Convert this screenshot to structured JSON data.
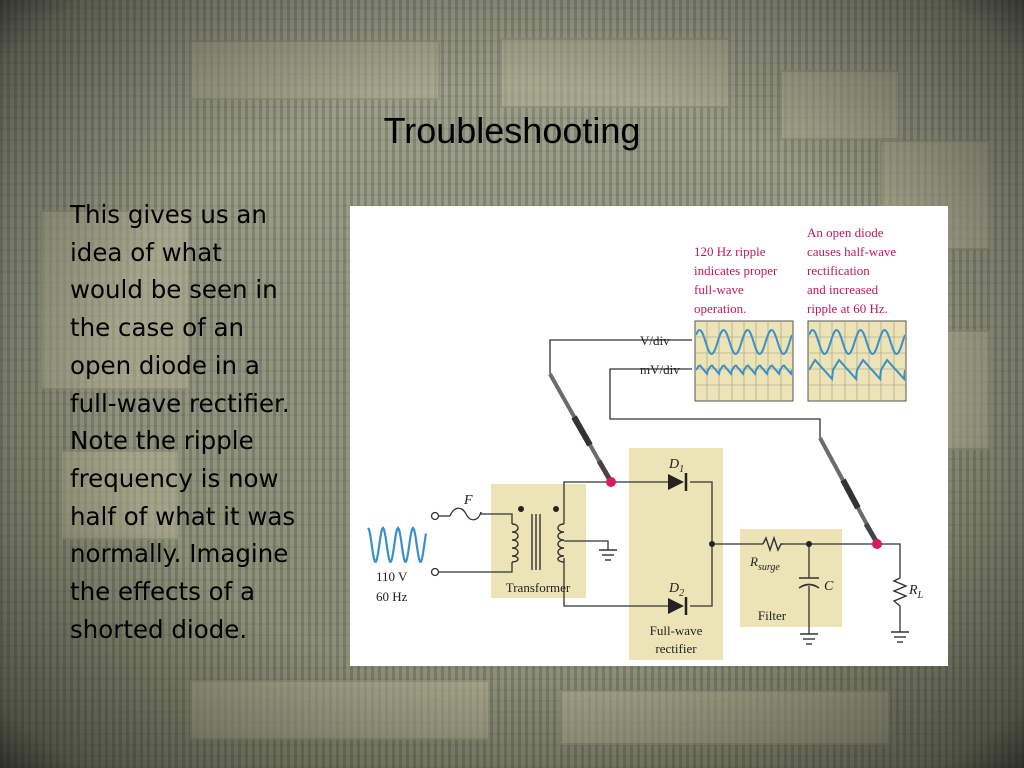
{
  "slide": {
    "title": "Troubleshooting",
    "body_lines": [
      "This gives us an",
      "idea of what",
      "would be seen in",
      "the case of an",
      "open diode in a",
      "full-wave rectifier.",
      "Note the ripple",
      "frequency is now",
      "half of what it was",
      "normally. Imagine",
      "the effects of a",
      "shorted diode."
    ]
  },
  "figure": {
    "annotation_left": [
      "120 Hz ripple",
      "indicates proper",
      "full-wave",
      "operation."
    ],
    "annotation_right": [
      "An open diode",
      "causes half-wave",
      "rectification",
      "and increased",
      "ripple at 60 Hz."
    ],
    "probe_labels": {
      "volts": "V/div",
      "millivolts": "mV/div"
    },
    "source": {
      "voltage": "110 V",
      "frequency": "60 Hz"
    },
    "fuse_label": "F",
    "transformer_label": "Transformer",
    "diode1": "D",
    "diode1_sub": "1",
    "diode2": "D",
    "diode2_sub": "2",
    "rectifier_label": [
      "Full-wave",
      "rectifier"
    ],
    "resistor_surge": "R",
    "resistor_surge_sub": "surge",
    "capacitor": "C",
    "filter_label": "Filter",
    "load": "R",
    "load_sub": "L"
  },
  "colors": {
    "annotation": "#c2185b",
    "panel": "#ece3b6",
    "trace": "#3c8fc9",
    "node": "#d81b60"
  }
}
